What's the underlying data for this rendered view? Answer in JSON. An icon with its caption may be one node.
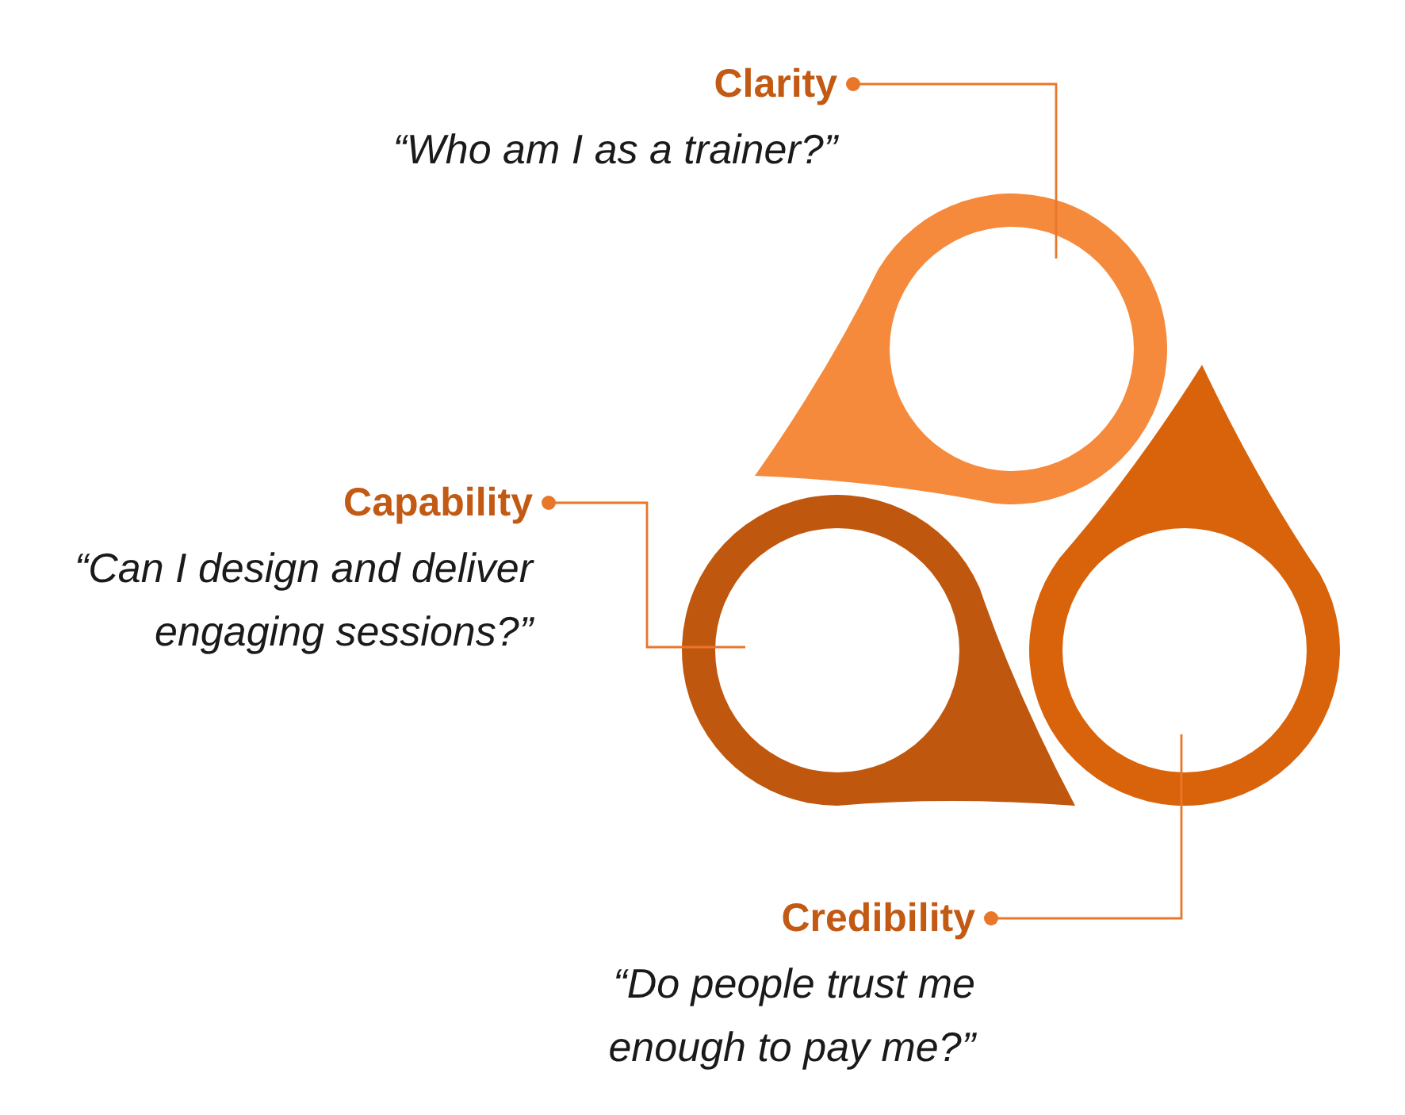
{
  "diagram": {
    "nodes": [
      {
        "text": [
          "Clarity",
          "“Who am I as a trainer?”"
        ]
      },
      {
        "text": [
          "Capability",
          "“Can I design and deliver engaging sessions?”"
        ]
      },
      {
        "text": [
          "Credibility",
          "“Do people trust me enough to pay me?”"
        ]
      },
      {
        "text": [],
        "shape": "teardrop-ring"
      },
      {
        "text": [],
        "shape": "teardrop-ring"
      },
      {
        "text": [],
        "shape": "teardrop-ring"
      }
    ],
    "edges": [
      {
        "from": 0,
        "to": 3,
        "arrow": "other"
      },
      {
        "from": 1,
        "to": 4,
        "arrow": "other"
      },
      {
        "from": 2,
        "to": 5,
        "arrow": "other"
      }
    ]
  }
}
